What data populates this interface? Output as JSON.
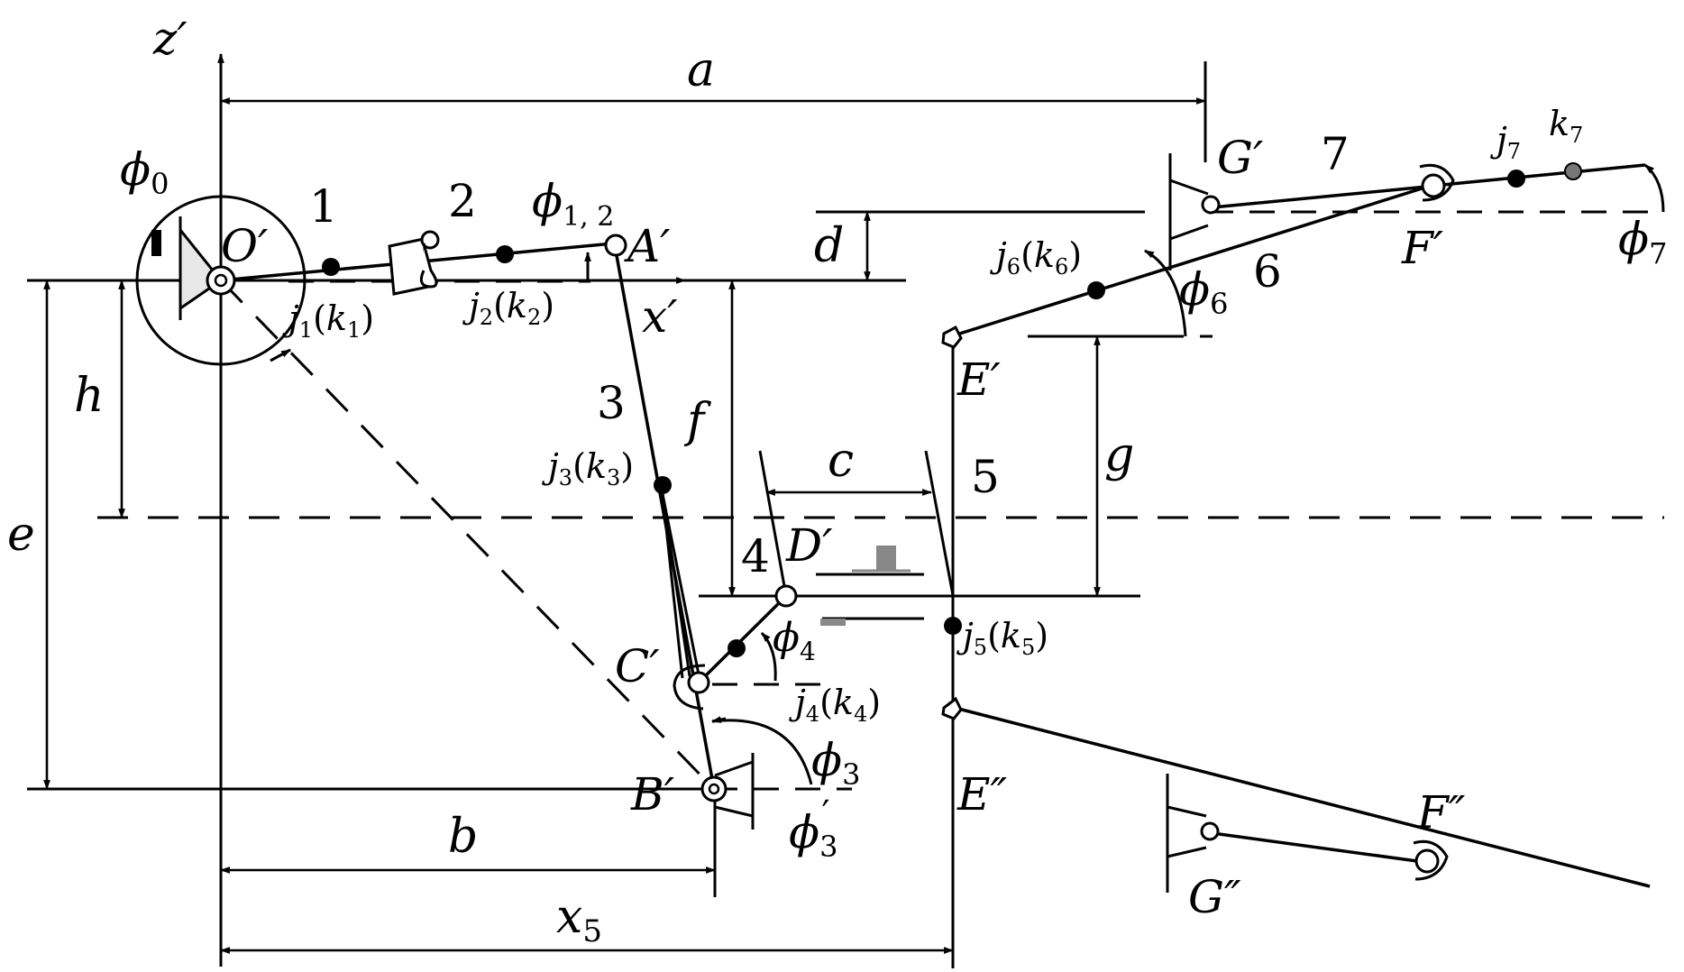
{
  "diagram": {
    "axes": {
      "z_axis": "z′",
      "x_axis": "x′",
      "origin": "O′"
    },
    "dimensions": {
      "a": "a",
      "b": "b",
      "c": "c",
      "d": "d",
      "e": "e",
      "f": "f",
      "g": "g",
      "h": "h",
      "x5": "x",
      "x5_sub": "5"
    },
    "links": [
      "1",
      "2",
      "3",
      "4",
      "5",
      "6",
      "7"
    ],
    "joints": {
      "A": "A′",
      "B": "B′",
      "C": "C′",
      "D": "D′",
      "E1": "E′",
      "E2": "E″",
      "F1": "F′",
      "F2": "F″",
      "G1": "G′",
      "G2": "G″"
    },
    "angles": {
      "phi0": {
        "sym": "ϕ",
        "sub": "0"
      },
      "phi12": {
        "sym": "ϕ",
        "sub": "1, 2"
      },
      "phi3": {
        "sym": "ϕ",
        "sub": "3"
      },
      "phi3p": {
        "sym": "ϕ",
        "sub": "3",
        "prime": "′"
      },
      "phi4": {
        "sym": "ϕ",
        "sub": "4"
      },
      "phi6": {
        "sym": "ϕ",
        "sub": "6"
      },
      "phi7": {
        "sym": "ϕ",
        "sub": "7"
      }
    },
    "mass_points": {
      "p1": {
        "j": "j",
        "js": "1",
        "k": "k",
        "ks": "1"
      },
      "p2": {
        "j": "j",
        "js": "2",
        "k": "k",
        "ks": "2"
      },
      "p3": {
        "j": "j",
        "js": "3",
        "k": "k",
        "ks": "3"
      },
      "p4": {
        "j": "j",
        "js": "4",
        "k": "k",
        "ks": "4"
      },
      "p5": {
        "j": "j",
        "js": "5",
        "k": "k",
        "ks": "5"
      },
      "p6": {
        "j": "j",
        "js": "6",
        "k": "k",
        "ks": "6"
      },
      "p7": {
        "j": "j",
        "js": "7",
        "k": "k",
        "ks": "7"
      }
    }
  }
}
